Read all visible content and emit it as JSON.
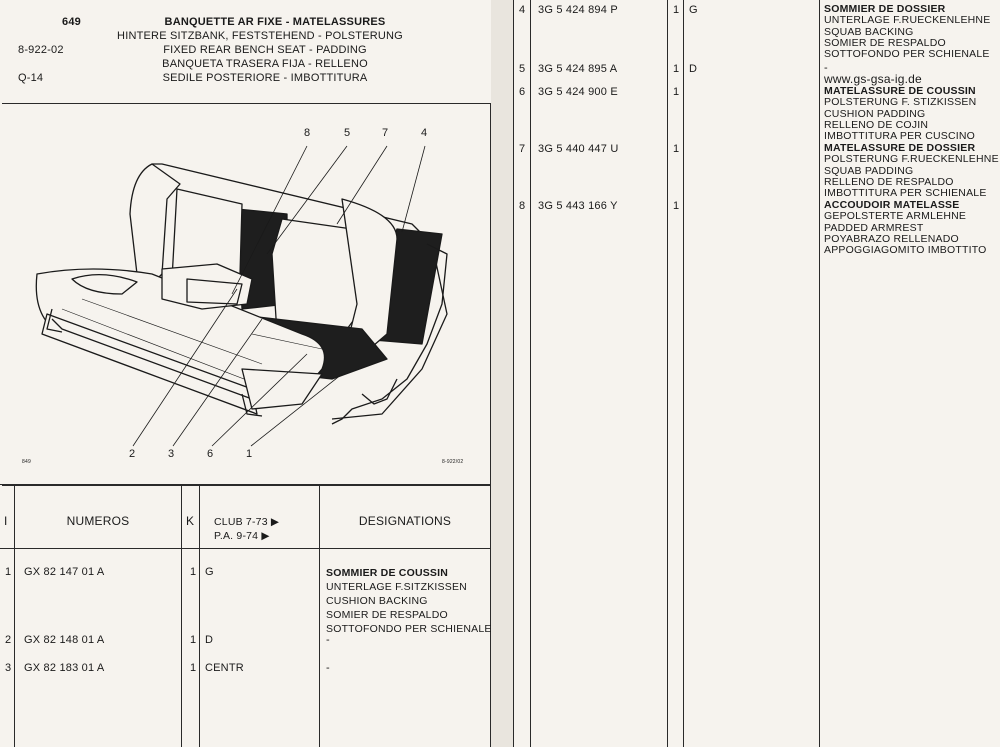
{
  "header": {
    "page_number": "649",
    "ref_code": "8-922-02",
    "group_code": "Q-14",
    "titles": [
      "BANQUETTE AR FIXE - MATELASSURES",
      "HINTERE SITZBANK, FESTSTEHEND - POLSTERUNG",
      "FIXED REAR BENCH SEAT - PADDING",
      "BANQUETA TRASERA FIJA - RELLENO",
      "SEDILE POSTERIORE - IMBOTTITURA"
    ]
  },
  "diagram": {
    "callouts_top": [
      "8",
      "5",
      "7",
      "4"
    ],
    "callouts_bottom": [
      "2",
      "3",
      "6",
      "1"
    ],
    "corner_left": "849",
    "corner_right": "8-922/02"
  },
  "table_header": {
    "col_index": "I",
    "col_numbers": "NUMEROS",
    "col_k": "K",
    "club_line1": "CLUB 7-73 ▶",
    "club_line2": "P.A.  9-74 ▶",
    "col_designations": "DESIGNATIONS"
  },
  "rows_left": [
    {
      "index": "1",
      "number": "GX  82  147   01  A",
      "qty": "1",
      "variant": "G",
      "designation": [
        "SOMMIER DE COUSSIN",
        "UNTERLAGE F.SITZKISSEN",
        "CUSHION BACKING",
        "SOMIER DE RESPALDO",
        "SOTTOFONDO PER SCHIENALE"
      ]
    },
    {
      "index": "2",
      "number": "GX  82  148   01  A",
      "qty": "1",
      "variant": "D",
      "designation": [
        "-"
      ]
    },
    {
      "index": "3",
      "number": "GX  82  183   01  A",
      "qty": "1",
      "variant": "CENTR",
      "designation": [
        "-"
      ]
    }
  ],
  "rows_right": [
    {
      "index": "4",
      "number": "3G    5  424  894  P",
      "qty": "1",
      "variant": "G",
      "designation": [
        "SOMMIER DE DOSSIER",
        "UNTERLAGE F.RUECKENLEHNE",
        "SQUAB BACKING",
        "SOMIER DE RESPALDO",
        "SOTTOFONDO PER SCHIENALE"
      ]
    },
    {
      "index": "5",
      "number": "3G    5  424  895  A",
      "qty": "1",
      "variant": "D",
      "designation": [
        "-"
      ]
    },
    {
      "index": "6",
      "number": "3G    5  424  900  E",
      "qty": "1",
      "variant": "",
      "designation": [
        "MATELASSURE DE COUSSIN",
        "POLSTERUNG F. STIZKISSEN",
        "CUSHION PADDING",
        "RELLENO DE COJIN",
        "IMBOTTITURA PER CUSCINO"
      ]
    },
    {
      "index": "7",
      "number": "3G    5  440  447  U",
      "qty": "1",
      "variant": "",
      "designation": [
        "MATELASSURE DE DOSSIER",
        "POLSTERUNG F.RUECKENLEHNE",
        "SQUAB PADDING",
        "RELLENO DE RESPALDO",
        "IMBOTTITURA PER SCHIENALE"
      ]
    },
    {
      "index": "8",
      "number": "3G    5  443  166  Y",
      "qty": "1",
      "variant": "",
      "designation": [
        "ACCOUDOIR MATELASSE",
        "GEPOLSTERTE ARMLEHNE",
        "PADDED ARMREST",
        "POYABRAZO RELLENADO",
        "APPOGGIAGOMITO IMBOTTITO"
      ]
    }
  ],
  "watermark": "www.gs-gsa-ig.de"
}
